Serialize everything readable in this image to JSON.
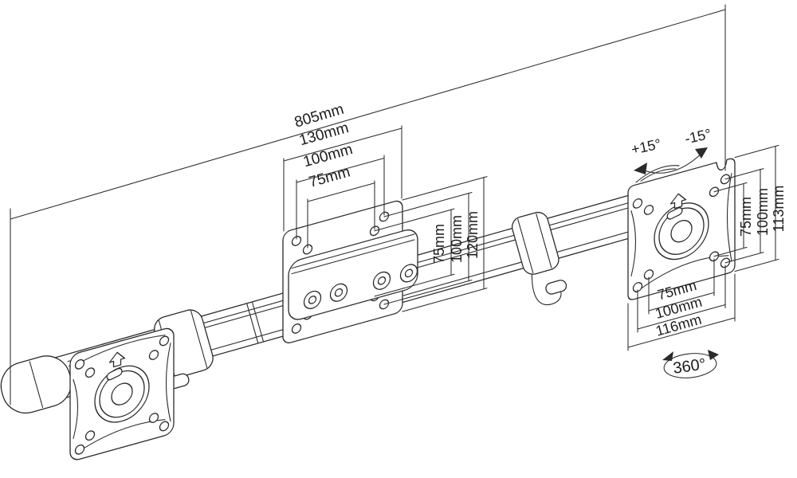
{
  "drawing": {
    "type": "technical-dimension-drawing",
    "colors": {
      "background": "#ffffff",
      "line": "#2b2b2b",
      "text": "#1c1c1e"
    },
    "labels": {
      "overall_width": "805mm",
      "center_plate_width": "130mm",
      "center_hole_spacing_h_outer": "100mm",
      "center_hole_spacing_h_inner": "75mm",
      "center_hole_spacing_v_inner": "75mm",
      "center_hole_spacing_v_outer": "100mm",
      "center_plate_height": "120mm",
      "right_hole_spacing_v_inner": "75mm",
      "right_hole_spacing_v_outer": "100mm",
      "right_plate_height": "113mm",
      "right_hole_spacing_h_inner": "75mm",
      "right_hole_spacing_h_outer": "100mm",
      "right_plate_width": "116mm",
      "tilt_up": "+15°",
      "tilt_down": "-15°",
      "rotation": "360°"
    }
  }
}
